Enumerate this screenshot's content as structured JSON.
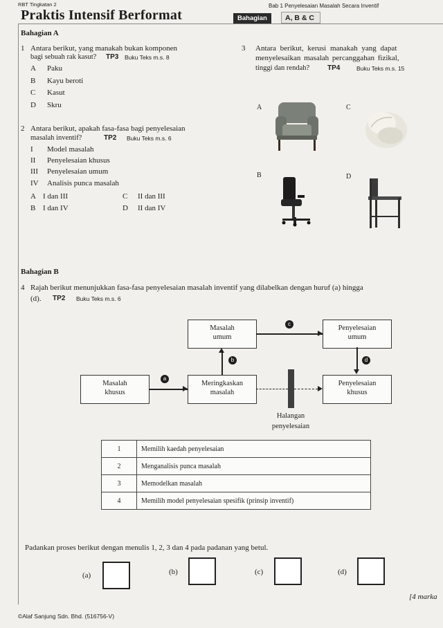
{
  "header": {
    "left_small": "RBT Tingkatan 2",
    "right_small": "Bab 1 Penyelesaian Masalah Secara Inventif",
    "title": "Praktis Intensif Berformat",
    "badge": "Bahagian",
    "parts": "A, B & C"
  },
  "section_a": {
    "label": "Bahagian A",
    "q1": {
      "num": "1",
      "text1": "Antara berikut, yang manakah bukan komponen",
      "text2": "bagi sebuah rak kasut?",
      "tp": "TP3",
      "ref": "Buku Teks m.s. 8",
      "options": [
        {
          "letter": "A",
          "text": "Paku"
        },
        {
          "letter": "B",
          "text": "Kayu beroti"
        },
        {
          "letter": "C",
          "text": "Kasut"
        },
        {
          "letter": "D",
          "text": "Skru"
        }
      ]
    },
    "q2": {
      "num": "2",
      "text1": "Antara berikut, apakah fasa-fasa bagi penyelesaian",
      "text2": "masalah inventif?",
      "tp": "TP2",
      "ref": "Buku Teks m.s. 6",
      "items": [
        {
          "roman": "I",
          "text": "Model masalah"
        },
        {
          "roman": "II",
          "text": "Penyelesaian khusus"
        },
        {
          "roman": "III",
          "text": "Penyelesaian umum"
        },
        {
          "roman": "IV",
          "text": "Analisis punca masalah"
        }
      ],
      "options": [
        {
          "letter": "A",
          "text": "I dan III"
        },
        {
          "letter": "B",
          "text": "I dan IV"
        },
        {
          "letter": "C",
          "text": "II dan III"
        },
        {
          "letter": "D",
          "text": "II dan IV"
        }
      ]
    },
    "q3": {
      "num": "3",
      "text1": "Antara berikut, kerusi manakah yang dapat",
      "text2": "menyelesaikan masalah percanggahan fizikal,",
      "text3": "tinggi dan rendah?",
      "tp": "TP4",
      "ref": "Buku Teks m.s. 15",
      "chairs": [
        {
          "letter": "A",
          "icon": "armchair-icon"
        },
        {
          "letter": "C",
          "icon": "round-sofa-chair-icon"
        },
        {
          "letter": "B",
          "icon": "office-chair-icon"
        },
        {
          "letter": "D",
          "icon": "wooden-chair-icon"
        }
      ]
    }
  },
  "section_b": {
    "label": "Bahagian B",
    "q4": {
      "num": "4",
      "text1": "Rajah berikut menunjukkan fasa-fasa penyelesaian masalah inventif yang dilabelkan dengan huruf (a) hingga",
      "text2": "(d).",
      "tp": "TP2",
      "ref": "Buku Teks m.s. 6"
    },
    "diagram": {
      "masalah_umum": "Masalah umum",
      "penyelesaian_umum": "Penyelesaian umum",
      "masalah_khusus": "Masalah khusus",
      "meringkaskan": "Meringkaskan masalah",
      "penyelesaian_khusus": "Penyelesaian khusus",
      "halangan": "Halangan penyelesaian",
      "label_a": "a",
      "label_b": "b",
      "label_c": "c",
      "label_d": "d"
    },
    "steps": [
      {
        "n": "1",
        "text": "Memilih kaedah penyelesaian"
      },
      {
        "n": "2",
        "text": "Menganalisis punca masalah"
      },
      {
        "n": "3",
        "text": "Memodelkan masalah"
      },
      {
        "n": "4",
        "text": "Memilih model penyelesaian spesifik (prinsip inventif)"
      }
    ],
    "instruction": "Padankan proses berikut dengan menulis 1, 2, 3 dan 4 pada padanan yang betul.",
    "answers": [
      {
        "label": "(a)"
      },
      {
        "label": "(b)"
      },
      {
        "label": "(c)"
      },
      {
        "label": "(d)"
      }
    ],
    "marks": "[4 marka"
  },
  "footer": {
    "copyright": "©Alaf Sanjung Sdn. Bhd. (516756-V)"
  },
  "colors": {
    "badge_bg": "#2b2b2b",
    "parts_bg": "#e7e6e1"
  }
}
